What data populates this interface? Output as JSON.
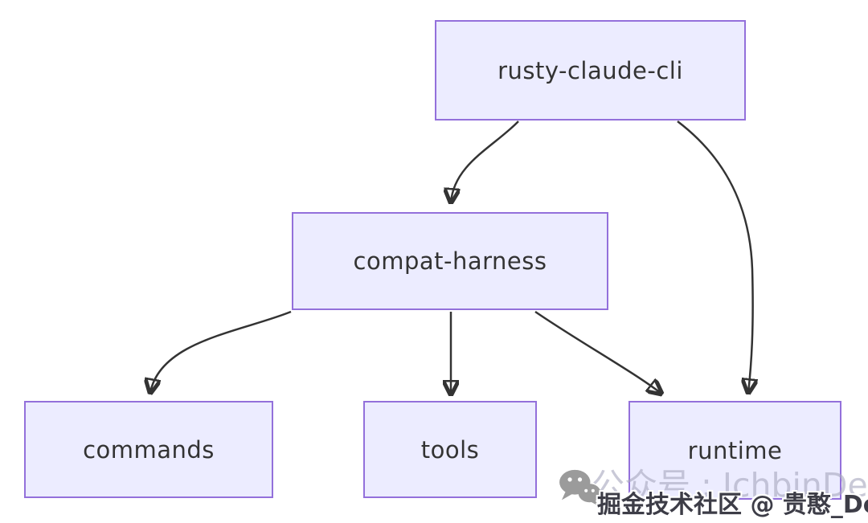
{
  "diagram": {
    "type": "flowchart-top-down",
    "nodes": [
      {
        "id": "rusty_claude_cli",
        "label": "rusty-claude-cli"
      },
      {
        "id": "compat_harness",
        "label": "compat-harness"
      },
      {
        "id": "commands",
        "label": "commands"
      },
      {
        "id": "tools",
        "label": "tools"
      },
      {
        "id": "runtime",
        "label": "runtime"
      }
    ],
    "edges": [
      {
        "from": "rusty-claude-cli",
        "to": "compat-harness"
      },
      {
        "from": "rusty-claude-cli",
        "to": "runtime"
      },
      {
        "from": "compat-harness",
        "to": "commands"
      },
      {
        "from": "compat-harness",
        "to": "tools"
      },
      {
        "from": "compat-harness",
        "to": "runtime"
      }
    ],
    "colors": {
      "node_fill": "#ECECFF",
      "node_border": "#9370DB",
      "edge_stroke": "#333333",
      "node_text": "#333333",
      "background": "#ffffff"
    }
  },
  "watermark": {
    "wechat_icon": "wechat-icon",
    "faded_text": "公众号 : IchbinDerek",
    "overlay_text": "掘金技术社区 @ 贵憨_Derek",
    "faded_color": "#a8a8be",
    "overlay_color": "#3d3d47",
    "icon_color": "#9b9b9b"
  }
}
